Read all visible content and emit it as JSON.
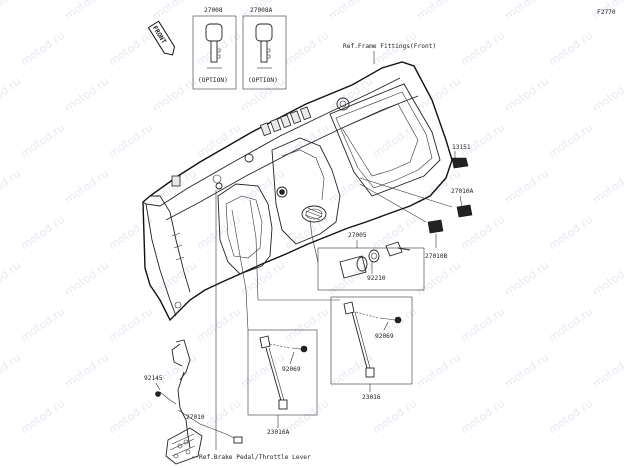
{
  "figure_code": "F2770",
  "front_badge": "FRONT",
  "ref_frame": "Ref.Frame Fittings(Front)",
  "ref_brake": "Ref.Brake Pedal/Throttle Lever",
  "watermark": "motod.ru",
  "keys": [
    {
      "part": "27008",
      "option": "(OPTION)"
    },
    {
      "part": "27008A",
      "option": "(OPTION)"
    }
  ],
  "parts": {
    "p13151": "13151",
    "p27010A": "27010A",
    "p27010B": "27010B",
    "p27005": "27005",
    "p92210": "92210",
    "p92069a": "92069",
    "p92069b": "92069",
    "p23016": "23016",
    "p23016A": "23016A",
    "p92145": "92145",
    "p27010": "27010"
  }
}
